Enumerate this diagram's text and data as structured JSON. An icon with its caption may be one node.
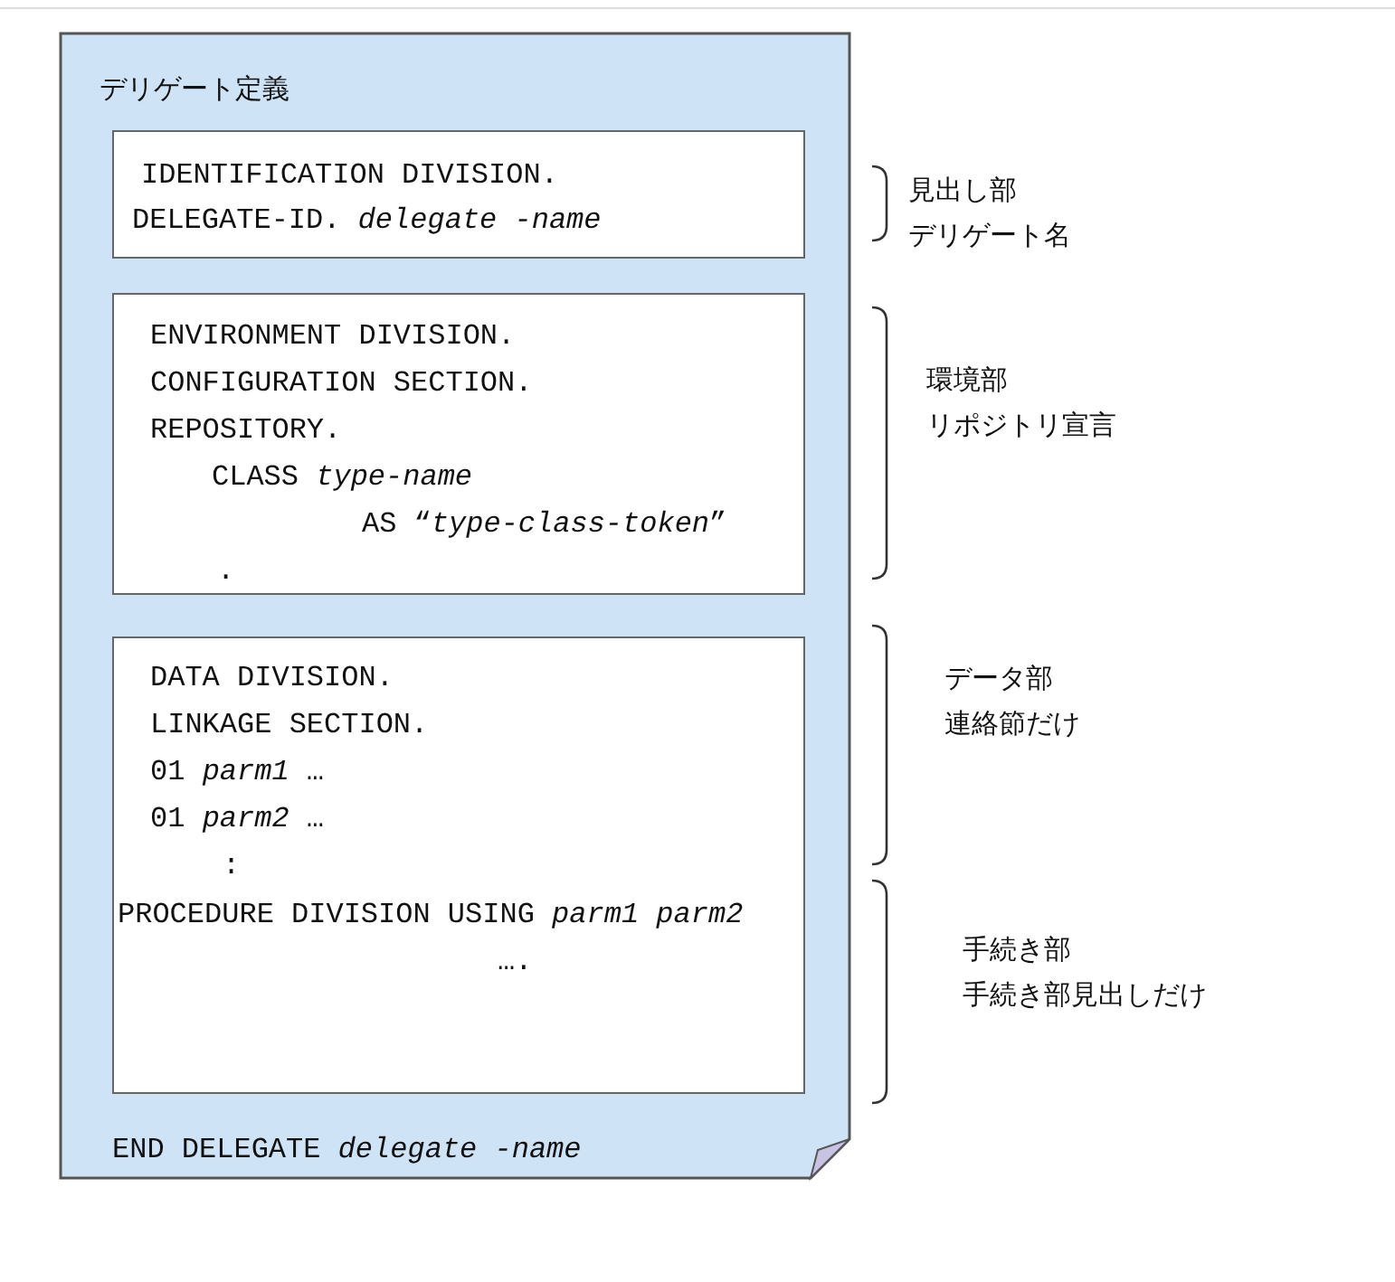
{
  "diagram": {
    "nodes": [
      {
        "text": [
          "デリゲート定義",
          "END DELEGATE *delegate -name*"
        ]
      },
      {
        "text": [
          "IDENTIFICATION DIVISION.",
          "DELEGATE-ID. *delegate -name*"
        ],
        "in": 0
      },
      {
        "text": [
          "ENVIRONMENT DIVISION.",
          "CONFIGURATION SECTION.",
          "REPOSITORY.",
          "CLASS *type-name*",
          "AS “*type-class-token*”",
          "."
        ],
        "in": 0
      },
      {
        "text": [
          "DATA DIVISION.",
          "LINKAGE SECTION.",
          "01 *parm1* …",
          "01 *parm2* …",
          ":",
          "PROCEDURE DIVISION USING *parm1 parm2*",
          "…."
        ],
        "in": 0
      }
    ],
    "labels": [
      "見出し部",
      "デリゲート名",
      "環境部",
      "リポジトリ宣言",
      "データ部",
      "連絡節だけ",
      "手続き部",
      "手続き部見出しだけ"
    ]
  }
}
